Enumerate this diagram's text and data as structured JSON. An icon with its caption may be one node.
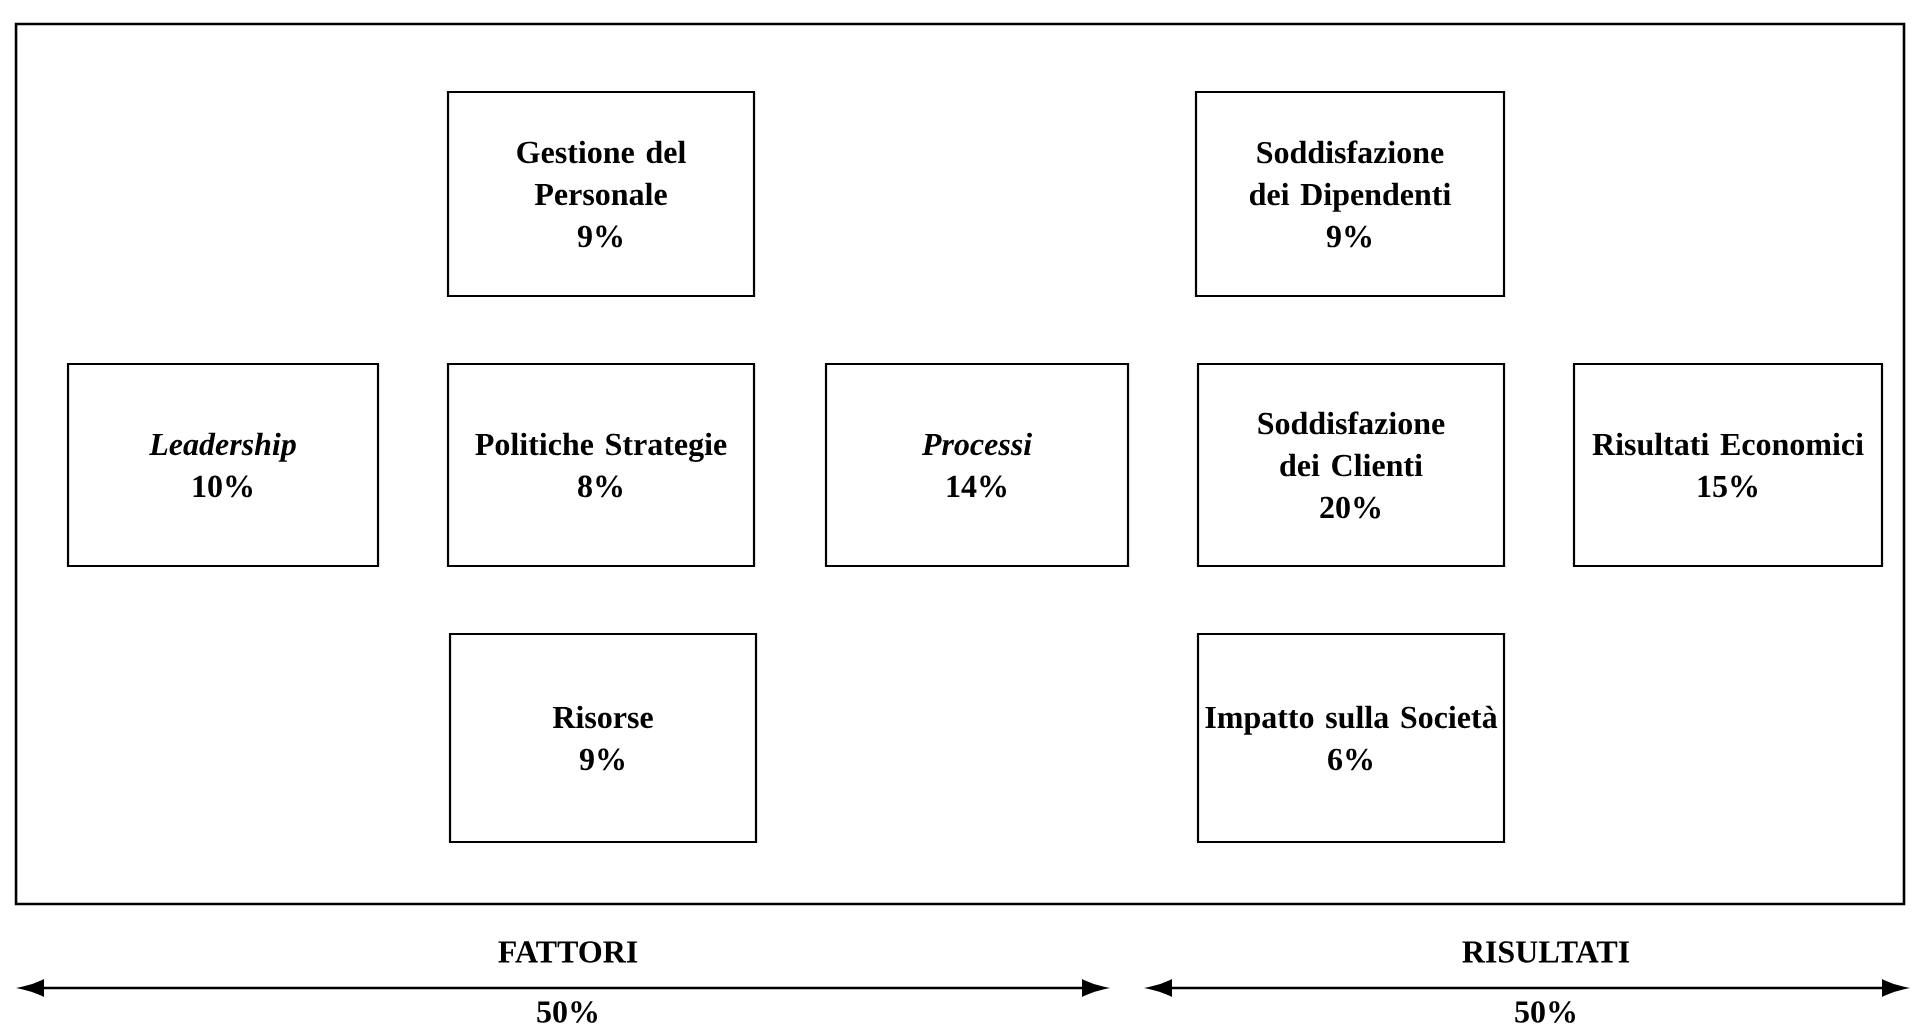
{
  "diagram": {
    "nodes": [
      {
        "text": [
          "Gestione del Personale",
          "9%"
        ]
      },
      {
        "text": [
          "Soddisfazione dei Dipendenti",
          "9%"
        ]
      },
      {
        "text": [
          "Leadership",
          "10%"
        ]
      },
      {
        "text": [
          "Politiche Strategie",
          "8%"
        ]
      },
      {
        "text": [
          "Processi",
          "14%"
        ]
      },
      {
        "text": [
          "Soddisfazione dei Clienti",
          "20%"
        ]
      },
      {
        "text": [
          "Risultati Economici",
          "15%"
        ]
      },
      {
        "text": [
          "Risorse",
          "9%"
        ]
      },
      {
        "text": [
          "Impatto sulla Società",
          "6%"
        ]
      }
    ],
    "labels": [
      "FATTORI",
      "50%",
      "RISULTATI",
      "50%"
    ]
  }
}
